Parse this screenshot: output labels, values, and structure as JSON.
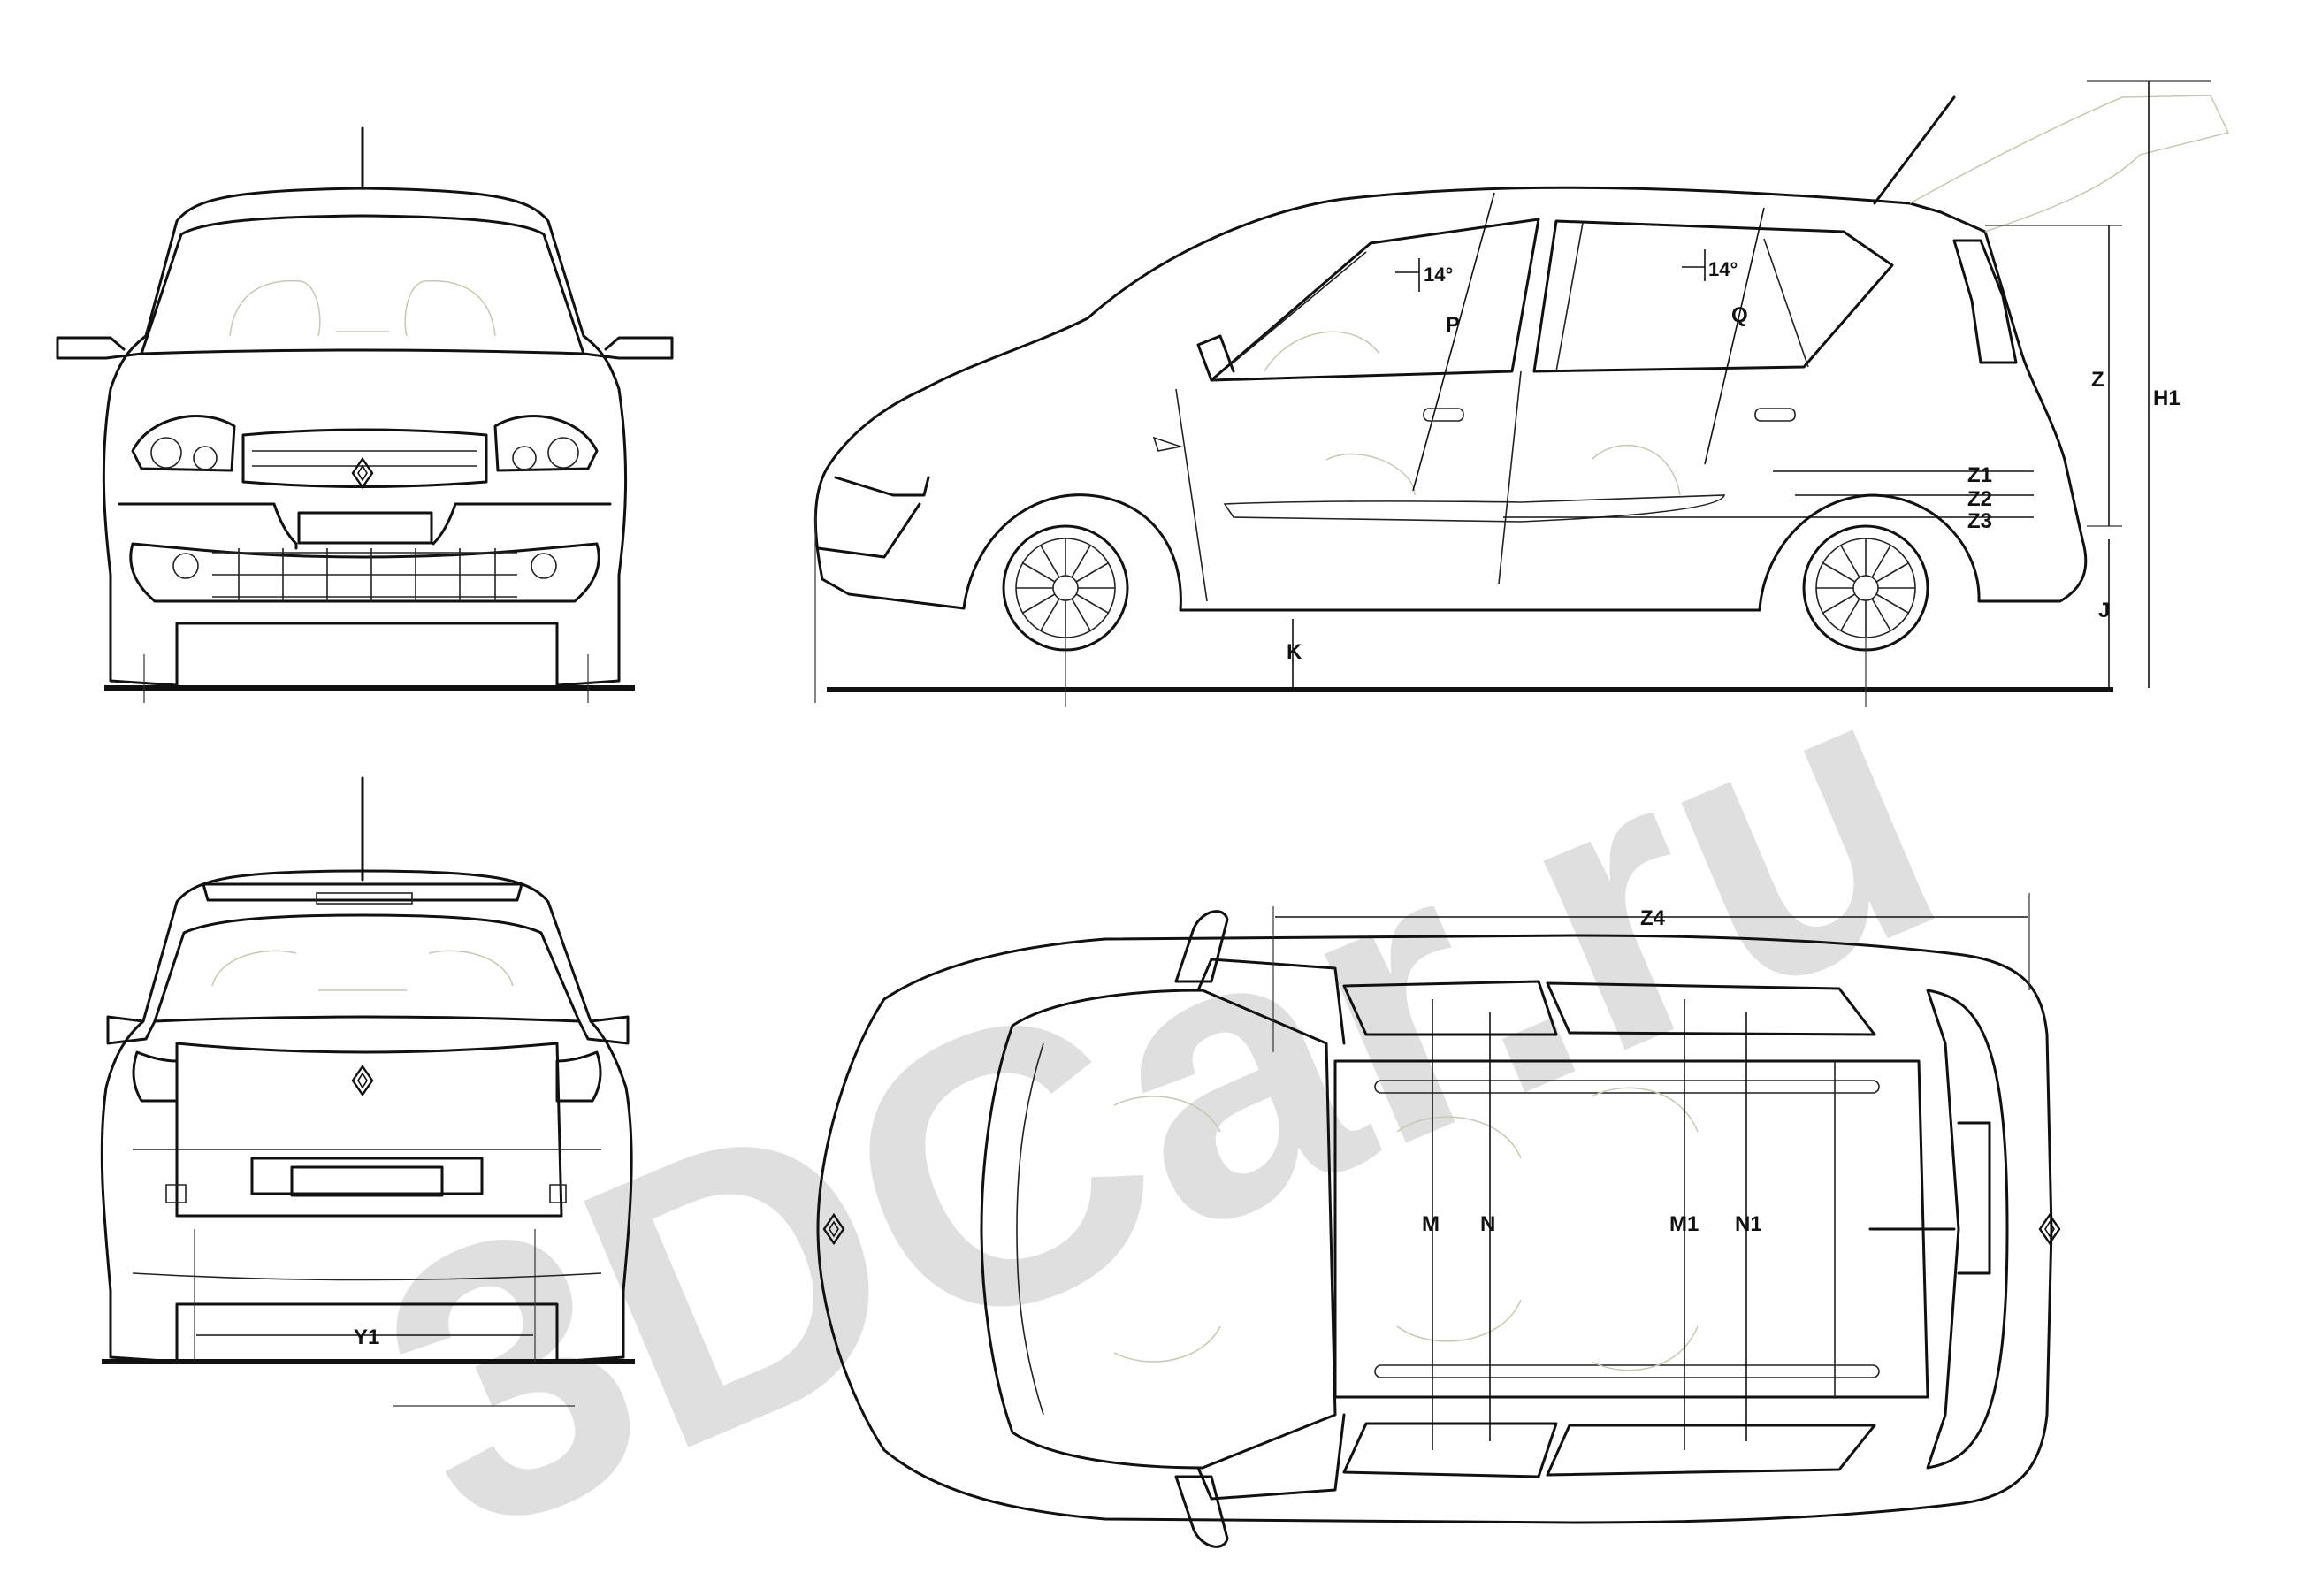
{
  "watermark": {
    "text": "3DCar.ru"
  },
  "emblem": {
    "name": "renault-diamond-logo"
  },
  "side_view": {
    "angle_front": "14°",
    "angle_rear": "14°",
    "labels": {
      "P": "P",
      "Q": "Q",
      "Z": "Z",
      "H1": "H1",
      "Z1": "Z1",
      "Z2": "Z2",
      "Z3": "Z3",
      "J": "J",
      "K": "K"
    }
  },
  "rear_view": {
    "labels": {
      "Y1": "Y1"
    }
  },
  "top_view": {
    "labels": {
      "Z4": "Z4",
      "M": "M",
      "N": "N",
      "M1": "M1",
      "N1": "N1"
    }
  },
  "colors": {
    "line": "#111111",
    "faint": "#c9c7b3",
    "watermark": "#d8d8d8"
  }
}
